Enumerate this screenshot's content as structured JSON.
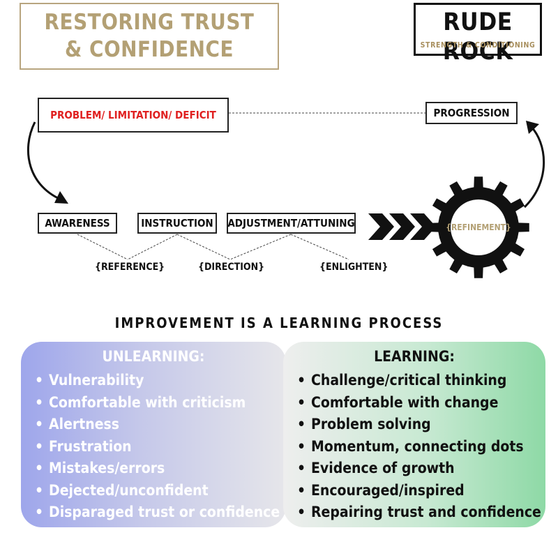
{
  "header": {
    "title": "RESTORING TRUST & CONFIDENCE",
    "logo_main": "RUDE ROCK",
    "logo_sub": "STRENGTH & CONDITIONING"
  },
  "flow": {
    "problem": "PROBLEM/ LIMITATION/ DEFICIT",
    "progression": "PROGRESSION",
    "steps": [
      "AWARENESS",
      "INSTRUCTION",
      "ADJUSTMENT/ATTUNING"
    ],
    "connectors": [
      "{REFERENCE}",
      "{DIRECTION}",
      "{ENLIGHTEN}"
    ],
    "gear_label": "{REFINEMENT}"
  },
  "heading": "IMPROVEMENT IS A LEARNING PROCESS",
  "unlearning": {
    "title": "UNLEARNING:",
    "items": [
      "Vulnerability",
      "Comfortable with criticism",
      "Alertness",
      "Frustration",
      "Mistakes/errors",
      "Dejected/unconfident",
      "Disparaged trust or confidence"
    ]
  },
  "learning": {
    "title": "LEARNING:",
    "items": [
      "Challenge/critical thinking",
      "Comfortable with change",
      "Problem solving",
      "Momentum, connecting dots",
      "Evidence of growth",
      "Encouraged/inspired",
      "Repairing trust and confidence"
    ]
  },
  "colors": {
    "gold": "#b3a074",
    "problem_red": "#e02020",
    "unlearning_gradient": [
      "#9ea6eb",
      "#e6e6ea"
    ],
    "learning_gradient": [
      "#eeeeee",
      "#8ed9a6"
    ]
  }
}
